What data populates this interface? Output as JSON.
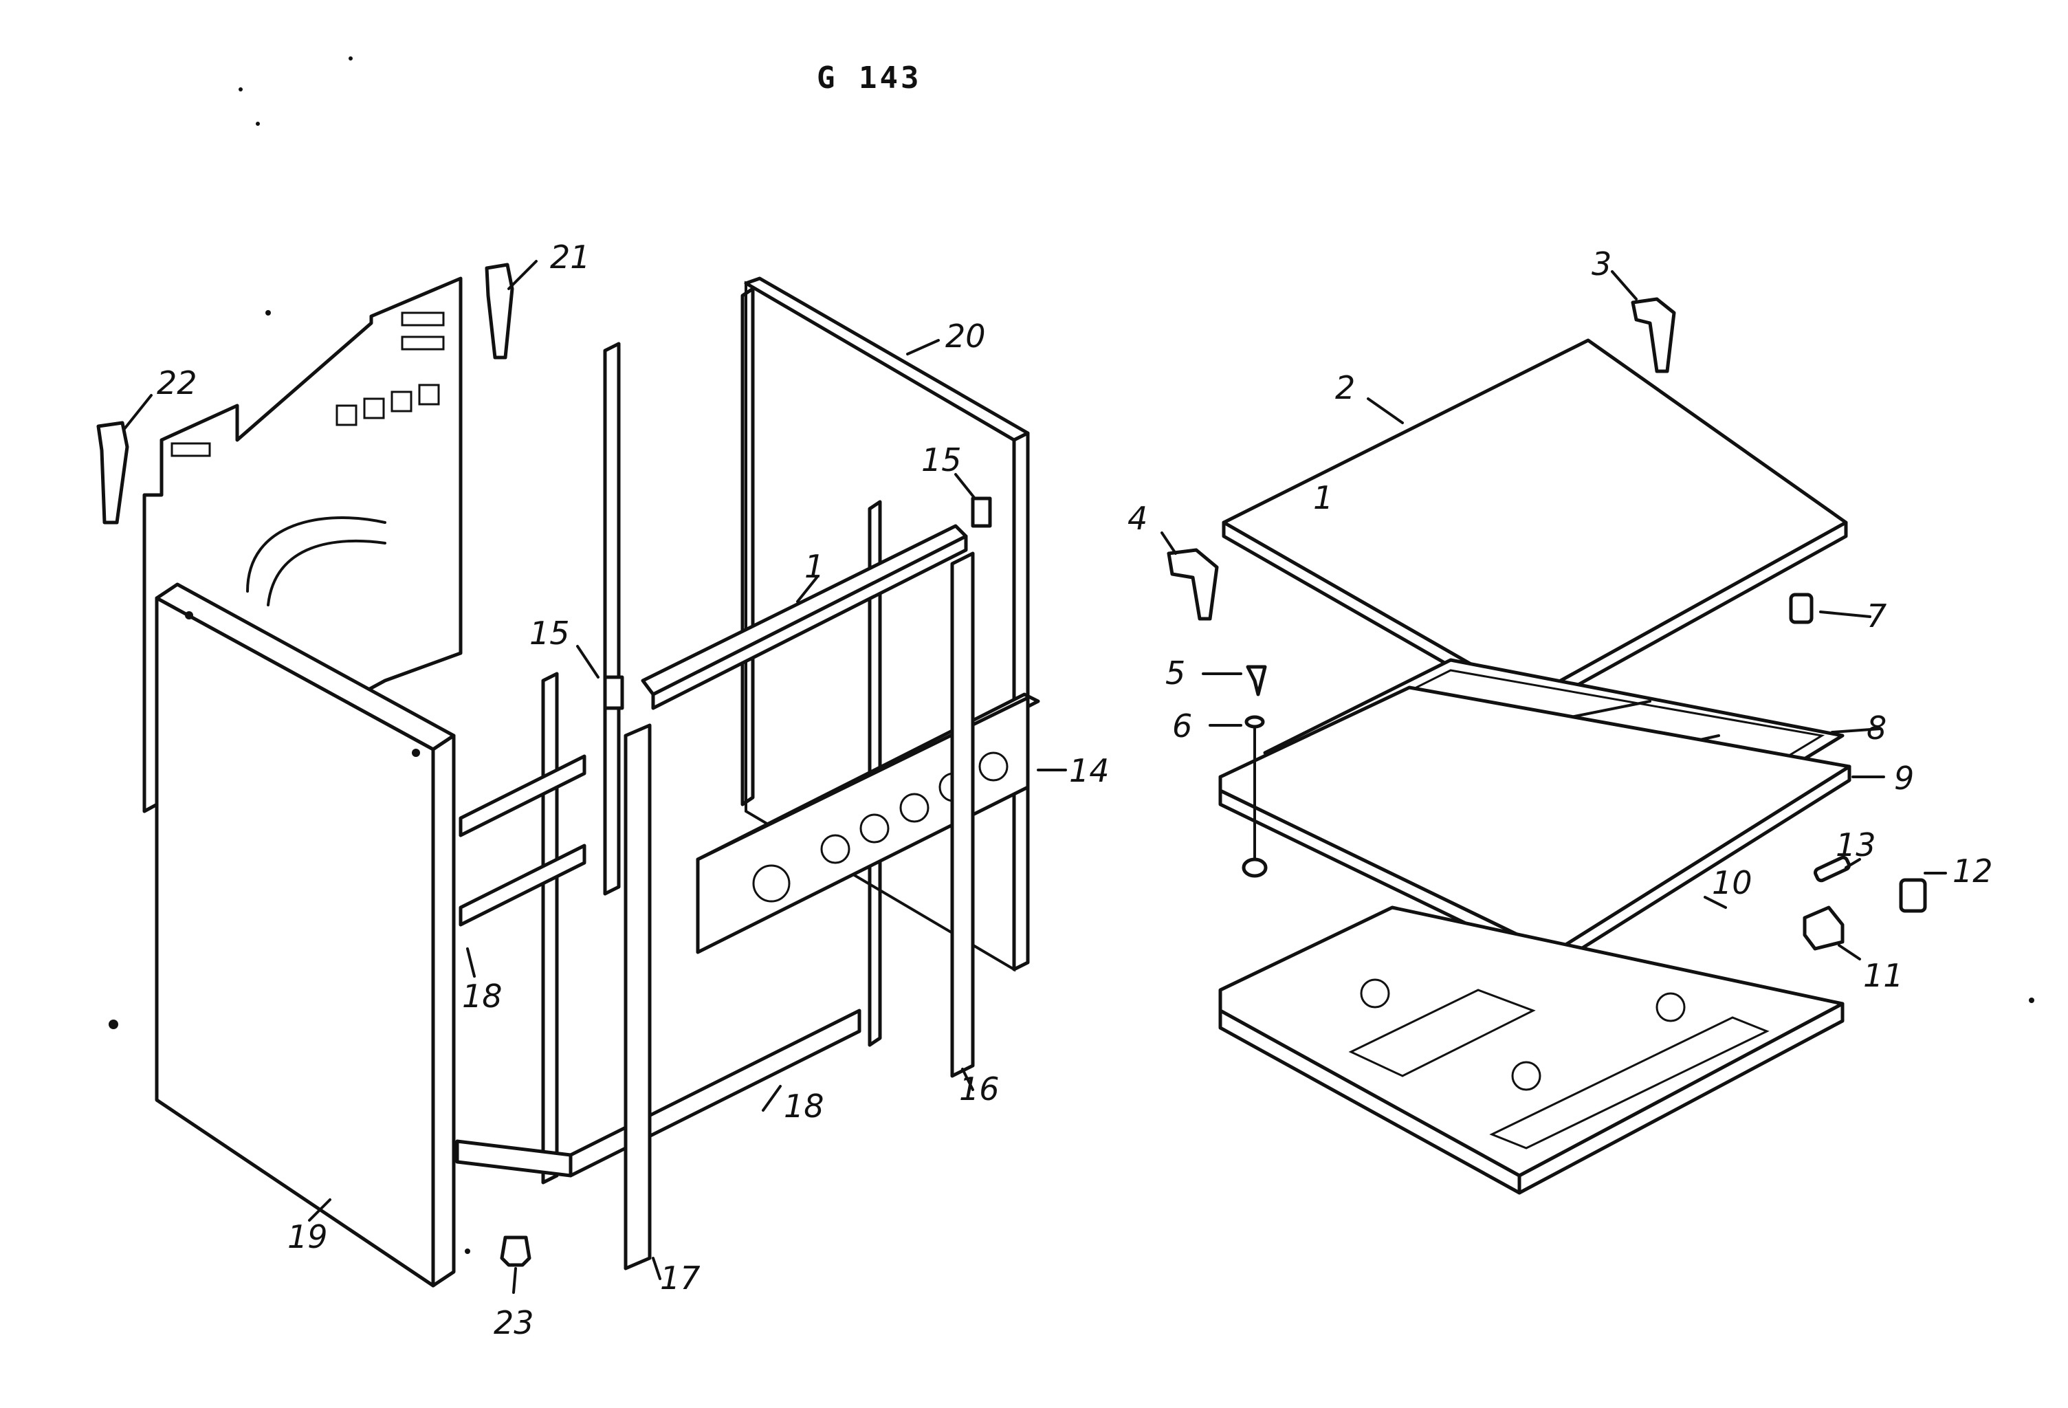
{
  "drawing_code": "G 143",
  "callouts": {
    "c1": "1",
    "c1b": "1",
    "c2": "2",
    "c3": "3",
    "c4": "4",
    "c5": "5",
    "c6": "6",
    "c7": "7",
    "c8": "8",
    "c9": "9",
    "c10": "10",
    "c11": "11",
    "c12": "12",
    "c13": "13",
    "c14": "14",
    "c15a": "15",
    "c15b": "15",
    "c16": "16",
    "c17": "17",
    "c18a": "18",
    "c18b": "18",
    "c19": "19",
    "c20": "20",
    "c21": "21",
    "c22": "22",
    "c23": "23"
  },
  "colors": {
    "ink": "#111111",
    "paper": "#ffffff"
  }
}
